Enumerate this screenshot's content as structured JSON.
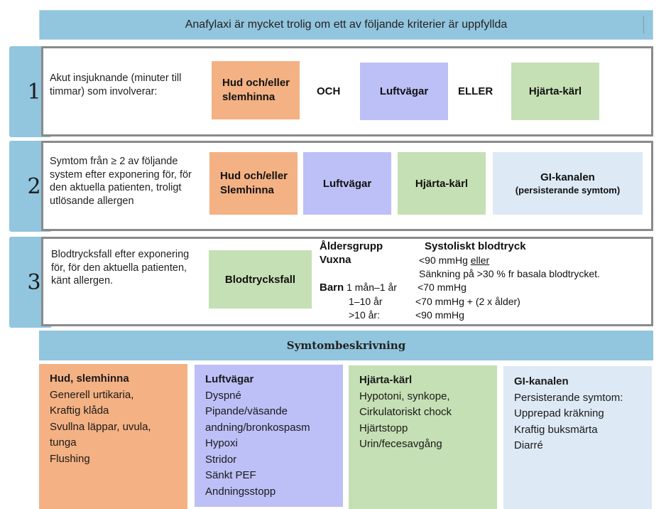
{
  "title": "Anafylaxi är mycket trolig om ett av följande kriterier är uppfyllda",
  "criteria": [
    {
      "number": "1",
      "description": "Akut insjuknande (minuter till timmar) som involverar:",
      "boxes": [
        "Hud och/eller slemhinna",
        "Luftvägar",
        "Hjärta-kärl"
      ],
      "connectors": [
        "OCH",
        "ELLER"
      ]
    },
    {
      "number": "2",
      "description": "Symtom från ≥ 2 av följande system efter exponering för, för den aktuella patienten, troligt utlösande allergen",
      "boxes": [
        "Hud och/eller Slemhinna",
        "Luftvägar",
        "Hjärta-kärl"
      ],
      "gi_box": {
        "title": "GI-kanalen",
        "subtitle": "(persisterande symtom)"
      }
    },
    {
      "number": "3",
      "description": "Blodtrycksfall efter exponering för, för den aktuella patienten, känt allergen.",
      "box": "Blodtrycksfall",
      "bp_table": {
        "header_age": "Åldersgrupp",
        "header_bp": "Systoliskt blodtryck",
        "adults_label": "Vuxna",
        "adults_value": "<90 mmHg",
        "adults_or": "eller",
        "adults_value2": "Sänkning på >30 % fr basala blodtrycket.",
        "children_label": "Barn",
        "rows": [
          {
            "age": "1 mån–1 år",
            "value": "<70 mmHg"
          },
          {
            "age": "1–10 år",
            "value": "<70 mmHg + (2 x ålder)"
          },
          {
            "age": ">10 år:",
            "value": "<90 mmHg"
          }
        ]
      }
    }
  ],
  "symptom_section": {
    "title": "Symtombeskrivning",
    "columns": [
      {
        "heading": "Hud, slemhinna",
        "items": [
          "Generell urtikaria,",
          "Kraftig klåda",
          "Svullna läppar, uvula,",
          "tunga",
          "Flushing"
        ],
        "color": "#f4b183"
      },
      {
        "heading": "Luftvägar",
        "items": [
          "Dyspné",
          "Pipande/väsande",
          "andning/bronkospasm",
          "Hypoxi",
          "Stridor",
          "Sänkt PEF",
          "Andningsstopp"
        ],
        "color": "#bdbff7"
      },
      {
        "heading": "Hjärta-kärl",
        "items": [
          "Hypotoni, synkope,",
          "Cirkulatoriskt chock",
          "Hjärtstopp",
          "Urin/fecesavgång"
        ],
        "color": "#c5e0b4"
      },
      {
        "heading": "GI-kanalen",
        "items": [
          "Persisterande symtom:",
          "Upprepad kräkning",
          "Kraftig buksmärta",
          "Diarré"
        ],
        "color": "#dde9f5"
      }
    ]
  },
  "colors": {
    "header_blue": "#92c5de",
    "skin": "#f4b183",
    "airways": "#bdbff7",
    "cardio": "#c5e0b4",
    "gi": "#dde9f5"
  }
}
